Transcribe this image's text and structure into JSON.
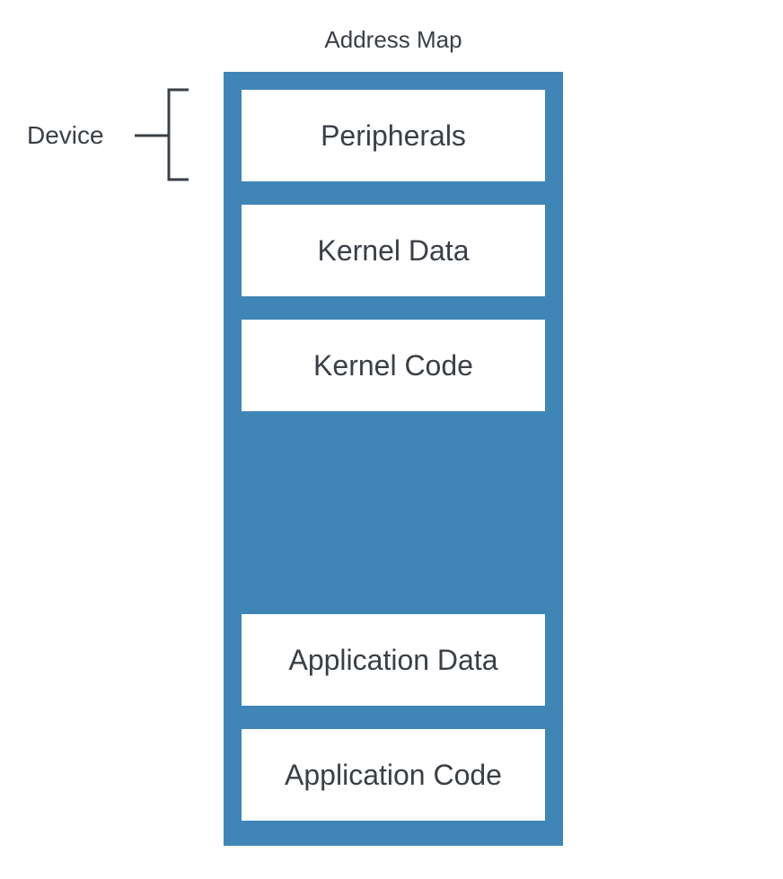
{
  "diagram": {
    "title": "Address Map",
    "regions": [
      {
        "label": "Peripherals"
      },
      {
        "label": "Kernel Data"
      },
      {
        "label": "Kernel Code"
      },
      {
        "label": ""
      },
      {
        "label": "Application Data"
      },
      {
        "label": "Application Code"
      }
    ],
    "annotation": {
      "label": "Device",
      "target": "Peripherals"
    },
    "colors": {
      "frame": "#3f86b6",
      "region": "#ffffff",
      "text": "#3a3f47"
    }
  }
}
